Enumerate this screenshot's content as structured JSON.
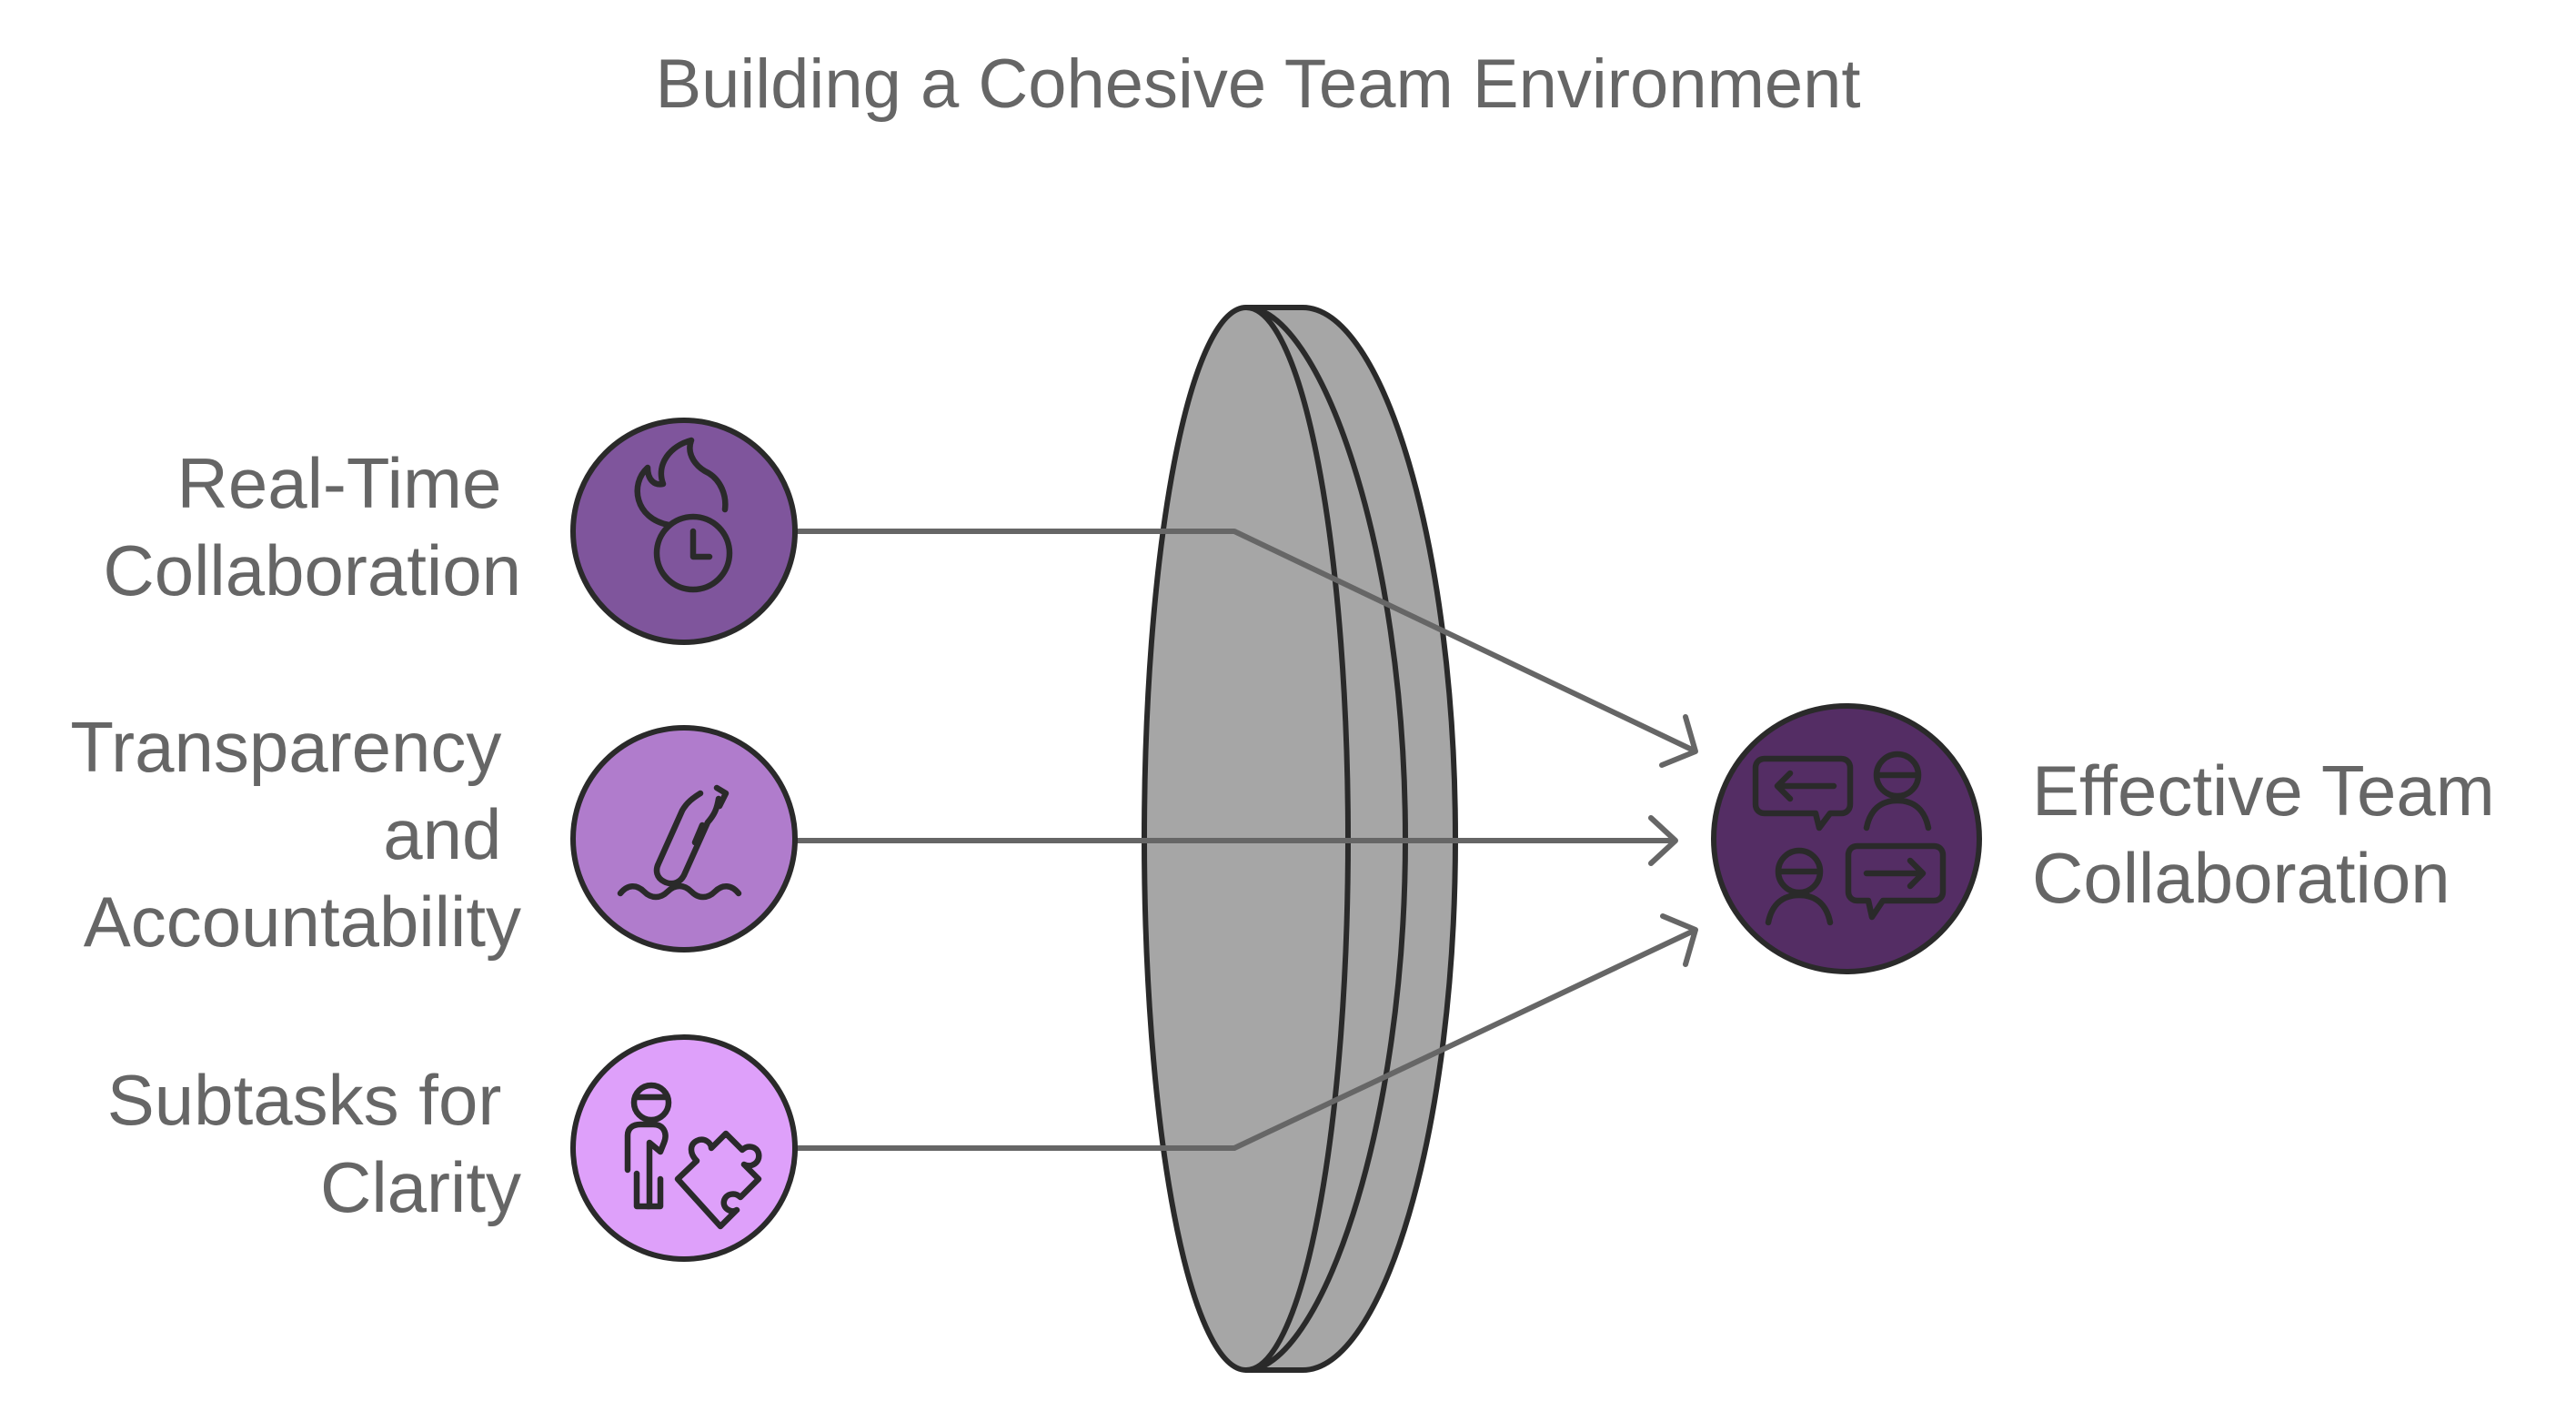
{
  "title": "Building a Cohesive Team Environment",
  "inputs": [
    {
      "label_lines": [
        "Real-Time",
        "Collaboration"
      ],
      "icon": "fire-clock-icon",
      "color": "#7f559c"
    },
    {
      "label_lines": [
        "Transparency",
        "and",
        "Accountability"
      ],
      "icon": "message-bottle-icon",
      "color": "#b07ccc"
    },
    {
      "label_lines": [
        "Subtasks for",
        "Clarity"
      ],
      "icon": "person-puzzle-icon",
      "color": "#dea0fa"
    }
  ],
  "output": {
    "label_lines": [
      "Effective Team",
      "Collaboration"
    ],
    "icon": "conversation-people-icon",
    "color": "#542d64"
  },
  "lens": {
    "color": "#a6a6a6",
    "outline": "#2a2a2a"
  },
  "line_color": "#666666"
}
